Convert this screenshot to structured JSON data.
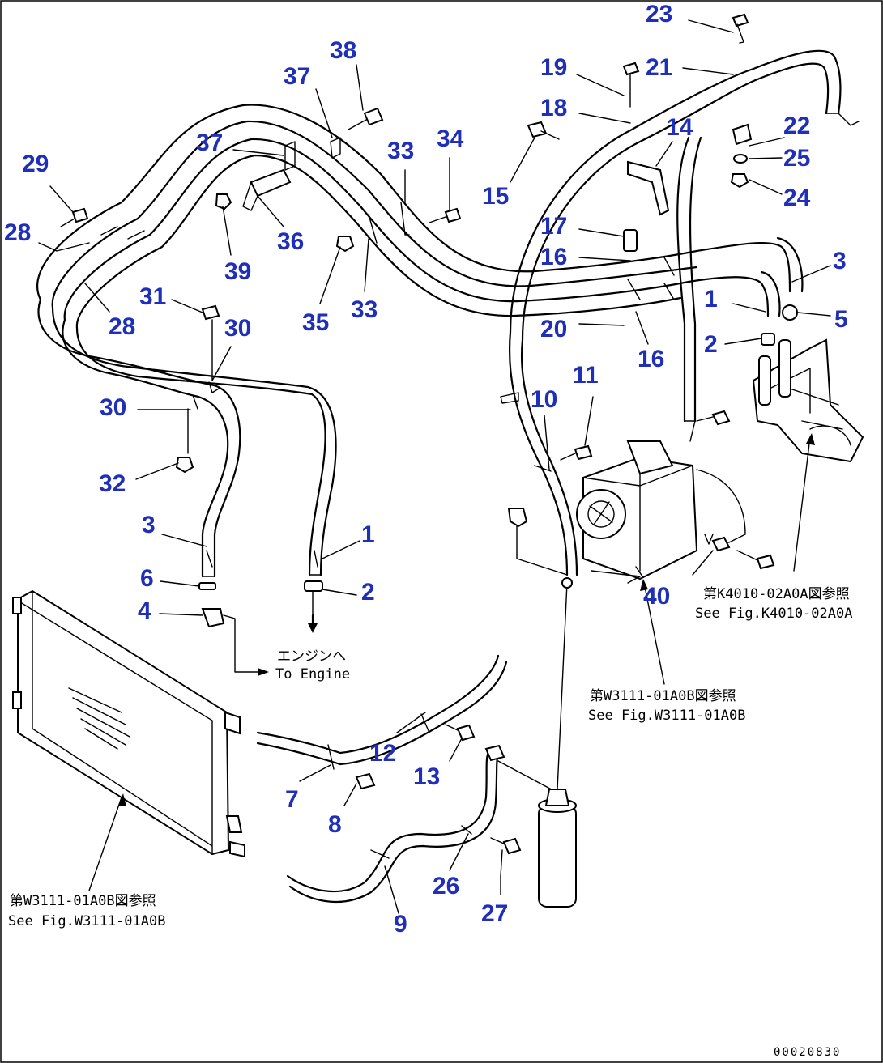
{
  "callouts": [
    {
      "id": "c23",
      "label": "23"
    },
    {
      "id": "c38",
      "label": "38"
    },
    {
      "id": "c19",
      "label": "19"
    },
    {
      "id": "c21",
      "label": "21"
    },
    {
      "id": "c37a",
      "label": "37"
    },
    {
      "id": "c18",
      "label": "18"
    },
    {
      "id": "c14",
      "label": "14"
    },
    {
      "id": "c22",
      "label": "22"
    },
    {
      "id": "c37b",
      "label": "37"
    },
    {
      "id": "c33a",
      "label": "33"
    },
    {
      "id": "c34",
      "label": "34"
    },
    {
      "id": "c25",
      "label": "25"
    },
    {
      "id": "c29",
      "label": "29"
    },
    {
      "id": "c15",
      "label": "15"
    },
    {
      "id": "c24",
      "label": "24"
    },
    {
      "id": "c28a",
      "label": "28"
    },
    {
      "id": "c36",
      "label": "36"
    },
    {
      "id": "c17",
      "label": "17"
    },
    {
      "id": "c39",
      "label": "39"
    },
    {
      "id": "c16a",
      "label": "16"
    },
    {
      "id": "c3a",
      "label": "3"
    },
    {
      "id": "c31",
      "label": "31"
    },
    {
      "id": "c35",
      "label": "35"
    },
    {
      "id": "c33b",
      "label": "33"
    },
    {
      "id": "c1a",
      "label": "1"
    },
    {
      "id": "c5",
      "label": "5"
    },
    {
      "id": "c28b",
      "label": "28"
    },
    {
      "id": "c30a",
      "label": "30"
    },
    {
      "id": "c20",
      "label": "20"
    },
    {
      "id": "c2a",
      "label": "2"
    },
    {
      "id": "c16b",
      "label": "16"
    },
    {
      "id": "c11",
      "label": "11"
    },
    {
      "id": "c30b",
      "label": "30"
    },
    {
      "id": "c10",
      "label": "10"
    },
    {
      "id": "c32",
      "label": "32"
    },
    {
      "id": "c3b",
      "label": "3"
    },
    {
      "id": "c1b",
      "label": "1"
    },
    {
      "id": "c6",
      "label": "6"
    },
    {
      "id": "c2b",
      "label": "2"
    },
    {
      "id": "c40",
      "label": "40"
    },
    {
      "id": "c4",
      "label": "4"
    },
    {
      "id": "c12",
      "label": "12"
    },
    {
      "id": "c13",
      "label": "13"
    },
    {
      "id": "c7",
      "label": "7"
    },
    {
      "id": "c8",
      "label": "8"
    },
    {
      "id": "c26",
      "label": "26"
    },
    {
      "id": "c27",
      "label": "27"
    },
    {
      "id": "c9",
      "label": "9"
    }
  ],
  "notes": {
    "engine_jp": "エンジンへ",
    "engine_en": "To Engine",
    "ref_k4010_jp": "第K4010-02A0A図参照",
    "ref_k4010_en": "See Fig.K4010-02A0A",
    "ref_w3111_right_jp": "第W3111-01A0B図参照",
    "ref_w3111_right_en": "See Fig.W3111-01A0B",
    "ref_w3111_left_jp": "第W3111-01A0B図参照",
    "ref_w3111_left_en": "See Fig.W3111-01A0B"
  },
  "drawing_code": "00020830"
}
